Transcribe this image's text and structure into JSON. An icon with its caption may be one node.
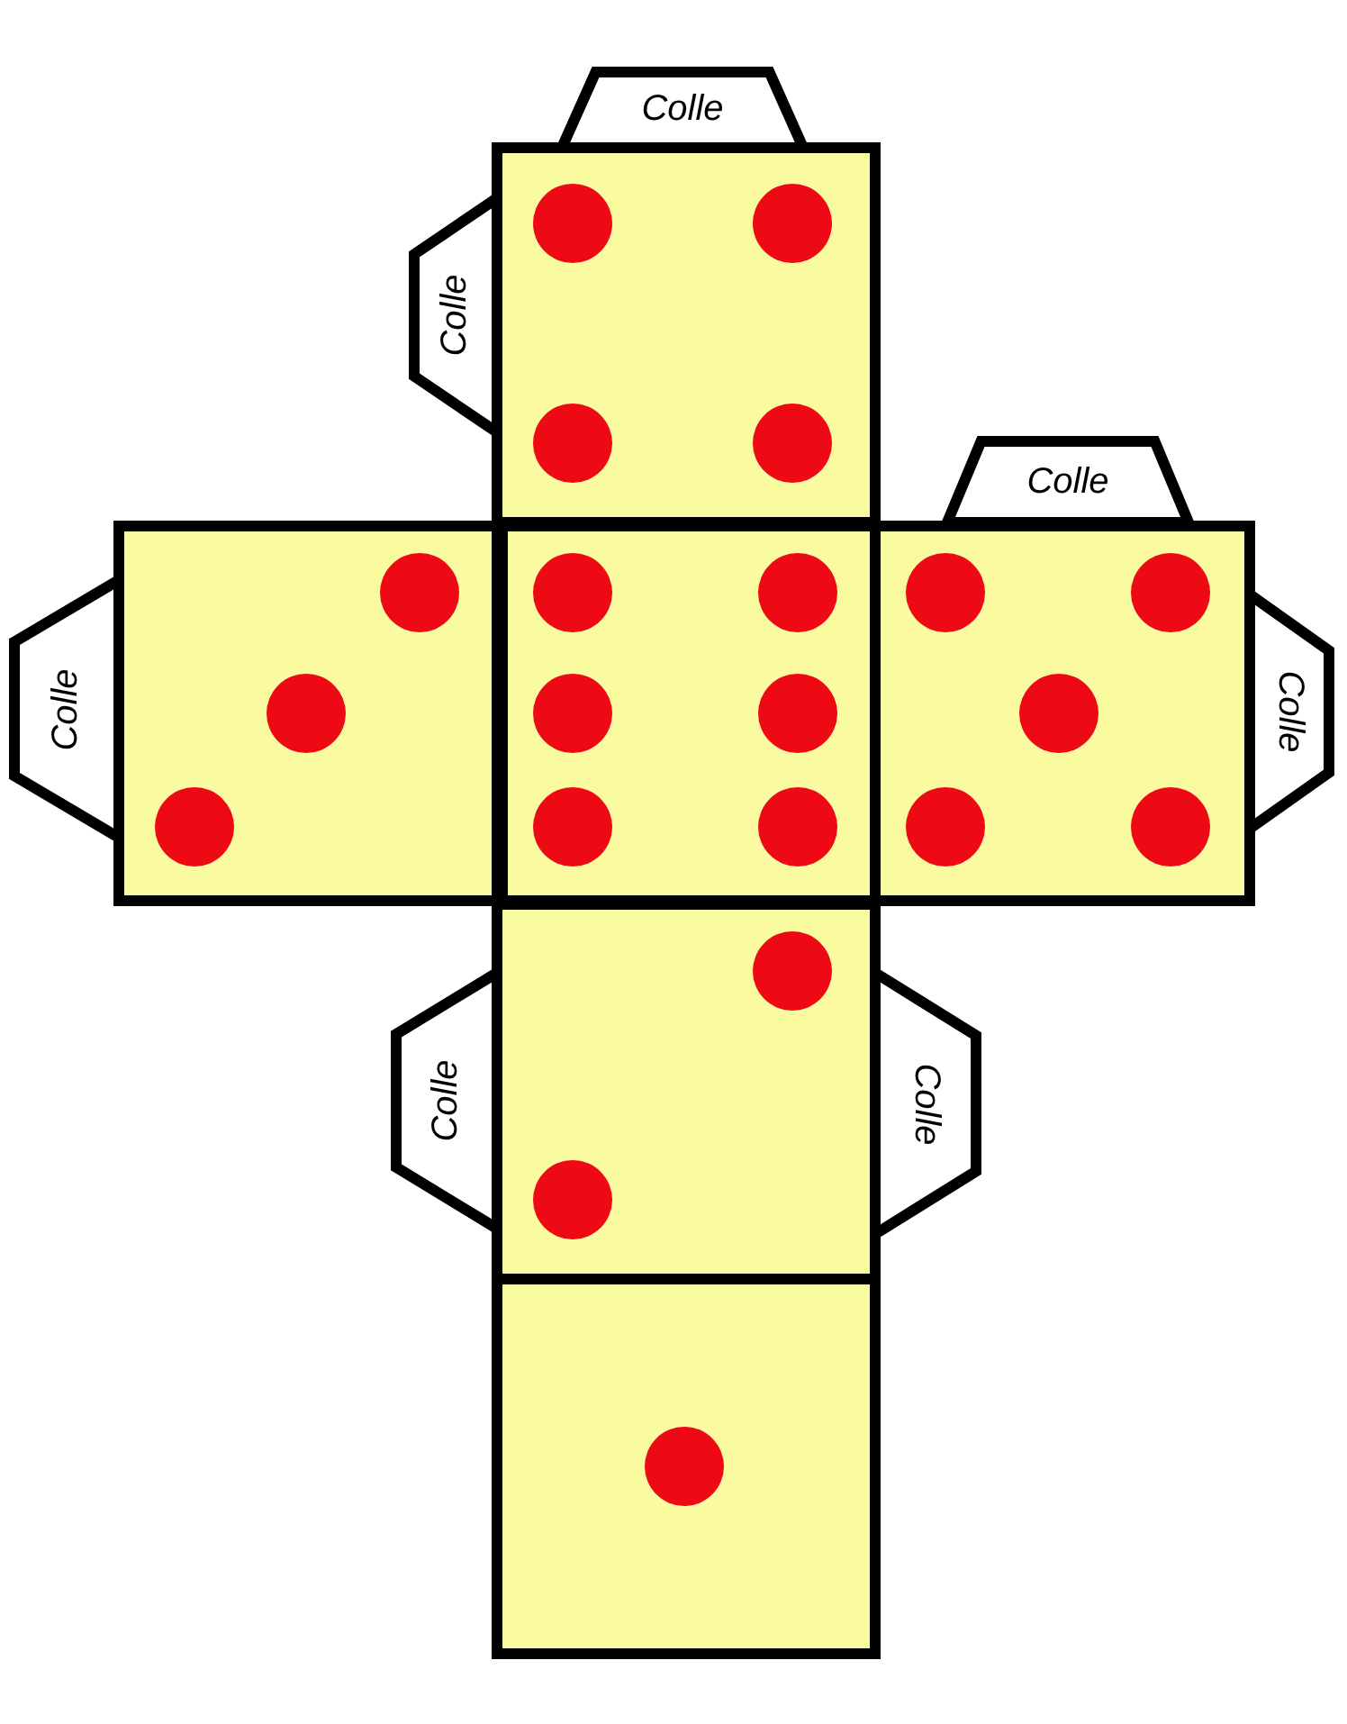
{
  "diagram": {
    "nodes": [
      {
        "text": [
          "Colle"
        ]
      },
      {
        "text": [
          "Colle"
        ]
      },
      {
        "text": [],
        "shape": "box"
      },
      {
        "text": [
          "Colle"
        ]
      },
      {
        "text": [
          "Colle"
        ]
      },
      {
        "text": [],
        "shape": "box"
      },
      {
        "text": [],
        "shape": "box"
      },
      {
        "text": [],
        "shape": "box"
      },
      {
        "text": [
          "Colle"
        ]
      },
      {
        "text": [
          "Colle"
        ]
      },
      {
        "text": [],
        "shape": "box"
      },
      {
        "text": [
          "Colle"
        ]
      },
      {
        "text": [],
        "shape": "box"
      }
    ]
  }
}
